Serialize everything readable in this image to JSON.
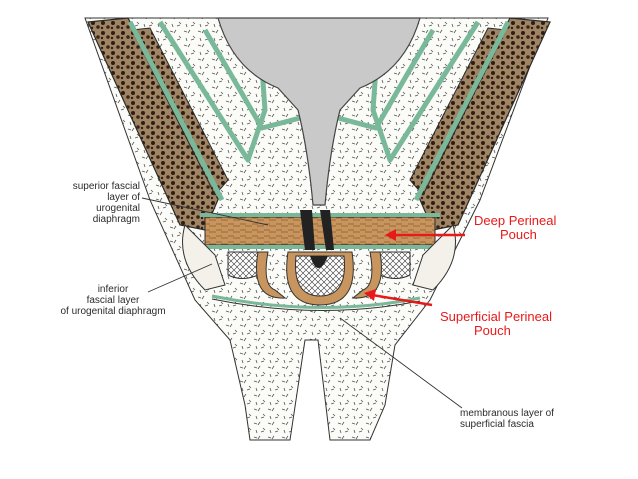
{
  "labels": {
    "superior": [
      "superior fascial",
      "layer of",
      "urogenital",
      "diaphragm"
    ],
    "inferior": [
      "inferior",
      "fascial layer",
      "of urogenital diaphragm"
    ],
    "membranous": [
      "membranous layer of",
      "superficial fascia"
    ],
    "deep_pouch": [
      "Deep Perineal",
      "Pouch"
    ],
    "superficial_pouch": [
      "Superficial Perineal",
      "Pouch"
    ]
  },
  "colors": {
    "fascia": "#7ab89a",
    "muscle": "#b8824e",
    "bone_dark": "#3a2418",
    "bone_light": "#a08565",
    "organ": "#c9c9c9",
    "arrow": "#e8191a"
  }
}
